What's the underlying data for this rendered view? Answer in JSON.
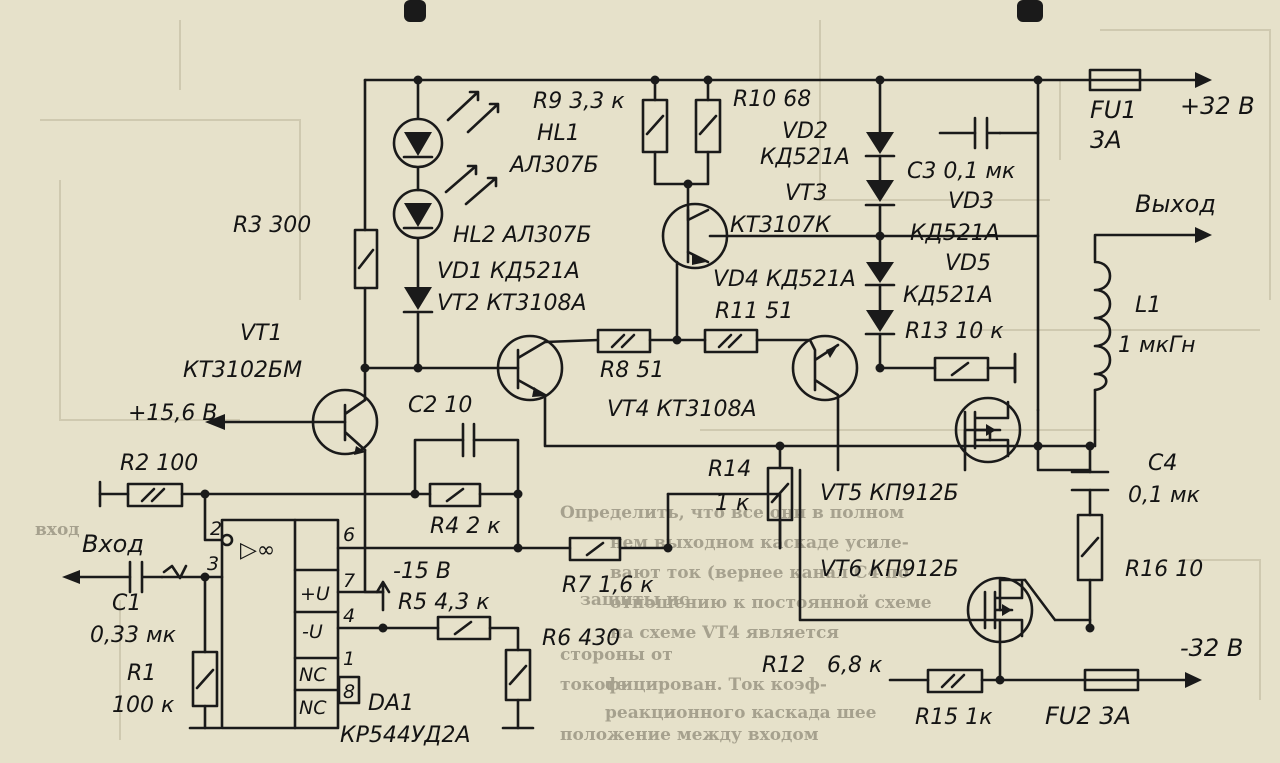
{
  "labels": {
    "r9": "R9 3,3 к",
    "r10": "R10 68",
    "vd2_ref": "VD2",
    "vd2_type": "КД521А",
    "hl1_ref": "HL1",
    "hl1_type": "АЛ307Б",
    "hl2": "HL2 АЛ307Б",
    "vt3_ref": "VT3",
    "vt3_type": "КТ3107К",
    "c3": "C3 0,1 мк",
    "vd3_ref": "VD3",
    "vd3_type": "КД521А",
    "vd5_ref": "VD5",
    "vd5_type": "КД521А",
    "r3": "R3 300",
    "vd1": "VD1 КД521А",
    "vt2": "VT2 КТ3108А",
    "vd4": "VD4 КД521А",
    "r11": "R11 51",
    "r13": "R13 10 к",
    "vt1_ref": "VT1",
    "vt1_type": "КТ3102БМ",
    "r8": "R8 51",
    "vt4": "VT4 КТ3108А",
    "fu1_ref": "FU1",
    "fu1_rating": "3А",
    "plus32": "+32 В",
    "vyhod": "Выход",
    "l1_ref": "L1",
    "l1_value": "1 мкГн",
    "plus156": "+15,6 В",
    "c2": "C2 10",
    "r2": "R2 100",
    "r14_ref": "R14",
    "r14_value": "1 к",
    "vt5": "VT5 КП912Б",
    "c4_ref": "C4",
    "c4_value": "0,1 мк",
    "r4": "R4 2 к",
    "vhod": "Вход",
    "minus15": "-15 В",
    "r7": "R7 1,6 к",
    "vt6": "VT6 КП912Б",
    "r16": "R16 10",
    "c1_ref": "C1",
    "c1_value": "0,33 мк",
    "r5": "R5 4,3 к",
    "r6": "R6 430",
    "minus32": "-32 В",
    "r12": "R12",
    "r12_value": "6,8 к",
    "r1_ref": "R1",
    "r1_value": "100 к",
    "da1_ref": "DA1",
    "da1_type": "КР544УД2А",
    "r15": "R15 1к",
    "fu2": "FU2 3А"
  },
  "opamp": {
    "symbol": "▷∞",
    "plus_u": "+U",
    "minus_u": "-U",
    "nc1": "NC",
    "nc2": "NC",
    "pins": [
      "2",
      "3",
      "6",
      "7",
      "4",
      "1",
      "8"
    ]
  }
}
